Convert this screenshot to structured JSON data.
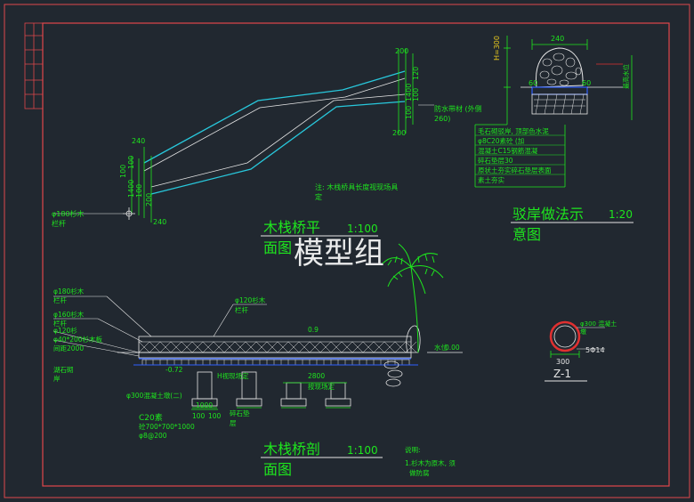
{
  "watermark": "模型组",
  "plan": {
    "title_a": "木栈桥平",
    "title_b": "面图",
    "scale": "1:100",
    "dims": {
      "d200a": "200",
      "d1400a": "1400",
      "d200b": "200",
      "d100a": "100",
      "d100b": "100",
      "d120": "120",
      "d240": "240",
      "d100c": "100",
      "d100d": "100",
      "d1400b": "1400",
      "d100e": "100",
      "d200c": "200",
      "d240b": "240"
    },
    "note": "注: 木栈桥具长度视现场具",
    "note2": "定",
    "label_post": "φ180杉木",
    "label_post2": "栏杆",
    "label_edge": "防水带材 (外侧",
    "label_edge2": "260)"
  },
  "revetment": {
    "title_a": "驳岸做法示",
    "title_b": "意图",
    "scale": "1:20",
    "dim_top": "240",
    "dim_h": "H=300",
    "dim_60a": "60",
    "dim_60b": "60",
    "dim_right": "最高水位",
    "notes": [
      "毛石砌驳岸, 顶部色水泥",
      "φ8C20素砼 (加",
      "混凝土C15钢筋混凝",
      "碎石垫层30",
      "原状土夯实碎石垫层表面",
      "素土夯实"
    ]
  },
  "section": {
    "title_a": "木栈桥剖",
    "title_b": "面图",
    "scale": "1:100",
    "labels_left": [
      "φ180杉木",
      "栏杆",
      "φ160杉木",
      "栏杆",
      "φ120杉",
      "φ40*200杉木板",
      "间距2000",
      "湖石砌",
      "岸"
    ],
    "label_top": "φ120杉木",
    "label_top2": "栏杆",
    "label_tree": "0.9",
    "dim_2800": "2800",
    "dim_elev": "-0.72",
    "label_h": "H视现场定",
    "label_mid": "按现场定",
    "label_base": "φ300混凝土墩(二)",
    "dim_1000": "1000",
    "dim_100a": "100",
    "dim_100b": "100",
    "label_c20": "C20素",
    "label_c20b": "砼700*700*1000",
    "label_c20c": "φ8@200",
    "label_stone": "碎石垫",
    "label_stone2": "层",
    "label_water": "水位",
    "label_water_val": "0.00",
    "notes_title": "说明:",
    "notes": [
      "1.杉木为原木, 须",
      "做防腐"
    ]
  },
  "detail": {
    "title": "Z-1",
    "label": "φ300 混凝土",
    "label2": "墩",
    "dim_300": "300",
    "dim_5014": "5Φ14"
  },
  "colors": {
    "background": "#212830",
    "frame": "#e0474c",
    "green": "#1ee61e",
    "cyan": "#28c8dc",
    "white": "#e6e6e6",
    "red": "#e03030",
    "blue": "#3060ff"
  }
}
